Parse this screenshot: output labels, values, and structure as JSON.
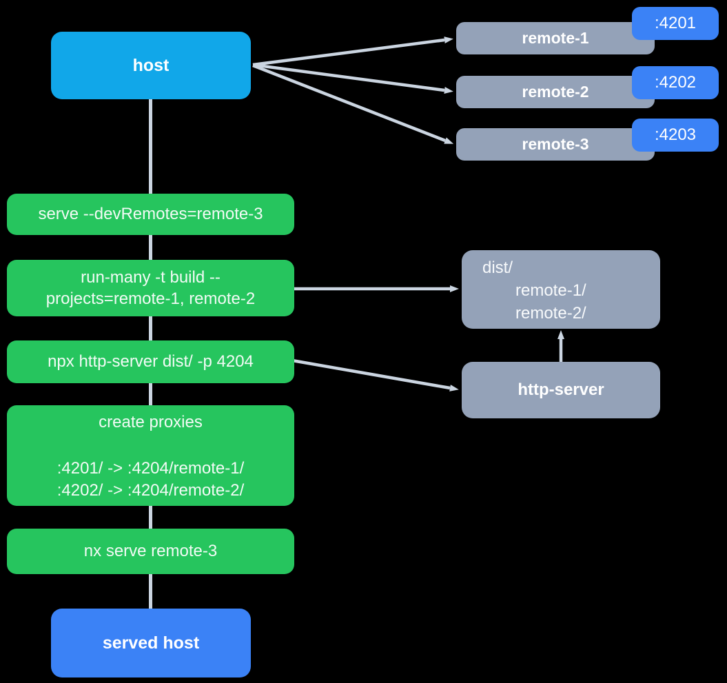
{
  "colors": {
    "background": "#000000",
    "host_blue": "#11a7e9",
    "accent_blue": "#3b82f6",
    "green": "#26c55e",
    "gray": "#94a2b8",
    "connector": "#cbd5e1",
    "text": "#ffffff"
  },
  "nodes": {
    "host": "host",
    "served_host": "served host",
    "remotes": [
      {
        "name": "remote-1",
        "port": ":4201"
      },
      {
        "name": "remote-2",
        "port": ":4202"
      },
      {
        "name": "remote-3",
        "port": ":4203"
      }
    ],
    "steps": {
      "serve": "serve --devRemotes=remote-3",
      "run_many_line1": "run-many -t build --",
      "run_many_line2": "projects=remote-1, remote-2",
      "http_server_cmd": "npx http-server dist/ -p 4204",
      "proxies_title": "create proxies",
      "proxy_map_1": ":4201/ -> :4204/remote-1/",
      "proxy_map_2": ":4202/ -> :4204/remote-2/",
      "nx_serve": "nx serve remote-3"
    },
    "dist": {
      "root": "dist/",
      "child_1": "remote-1/",
      "child_2": "remote-2/"
    },
    "http_server": "http-server"
  }
}
